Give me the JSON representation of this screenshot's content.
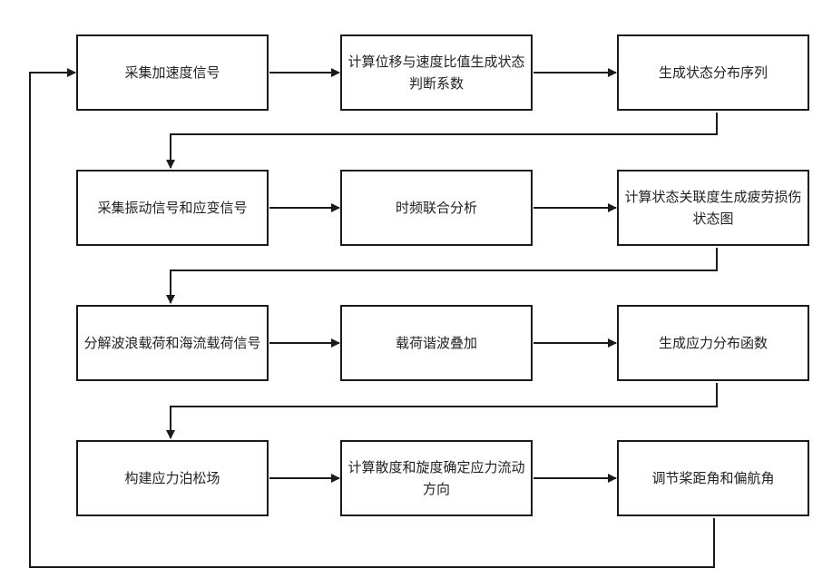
{
  "flowchart": {
    "rows": [
      [
        "采集加速度信号",
        "计算位移与速度比值生成状态判断系数",
        "生成状态分布序列"
      ],
      [
        "采集振动信号和应变信号",
        "时频联合分析",
        "计算状态关联度生成疲劳损伤状态图"
      ],
      [
        "分解波浪载荷和海流载荷信号",
        "载荷谐波叠加",
        "生成应力分布函数"
      ],
      [
        "构建应力泊松场",
        "计算散度和旋度确定应力流动方向",
        "调节桨距角和偏航角"
      ]
    ]
  }
}
